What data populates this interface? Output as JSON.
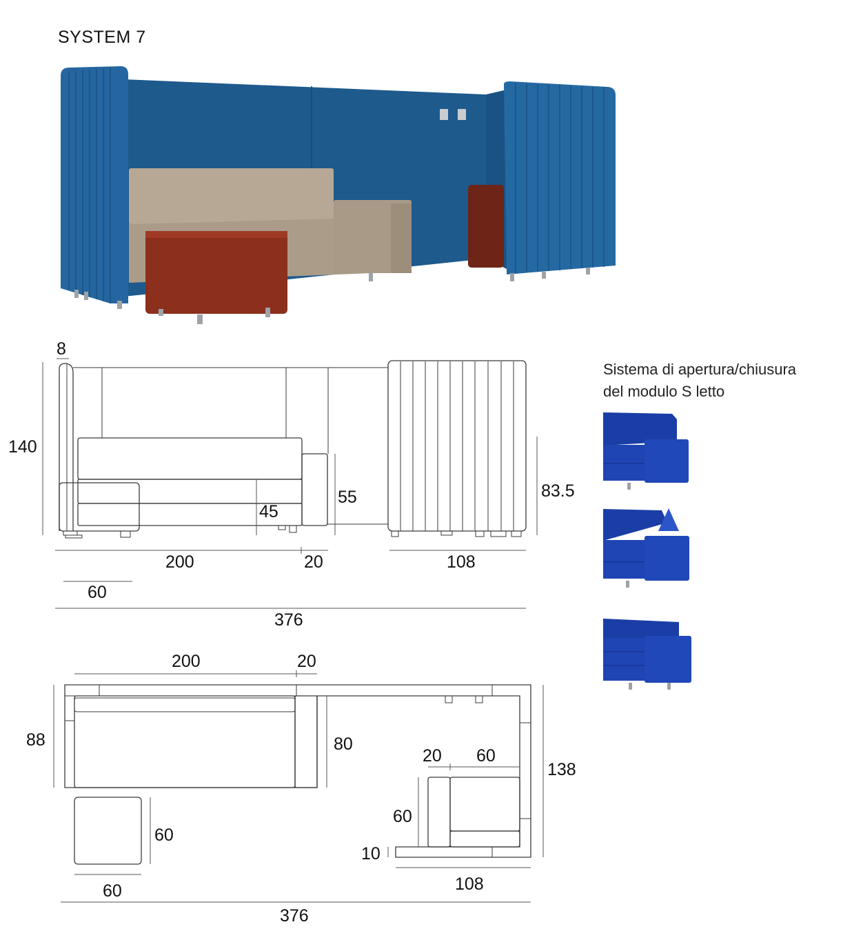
{
  "title": "SYSTEM 7",
  "caption": {
    "line1": "Sistema di apertura/chiusura",
    "line2": "del modulo S letto"
  },
  "colors": {
    "panel_blue": "#1f5e92",
    "panel_blue_dark": "#174c7b",
    "sofa_beige": "#b3a493",
    "pouf_red": "#8a2f1d",
    "bed_blue": "#1d3fa8"
  },
  "front_view": {
    "d_8": "8",
    "d_140": "140",
    "d_45": "45",
    "d_55": "55",
    "d_83_5": "83.5",
    "d_200": "200",
    "d_20": "20",
    "d_108": "108",
    "d_60": "60",
    "d_376": "376"
  },
  "plan_view": {
    "d_200": "200",
    "d_20_top": "20",
    "d_88": "88",
    "d_80": "80",
    "d_138": "138",
    "d_20_inner": "20",
    "d_60_inner": "60",
    "d_60_seat": "60",
    "d_10": "10",
    "d_60_pouf_h": "60",
    "d_60_pouf_w": "60",
    "d_108": "108",
    "d_376": "376"
  }
}
